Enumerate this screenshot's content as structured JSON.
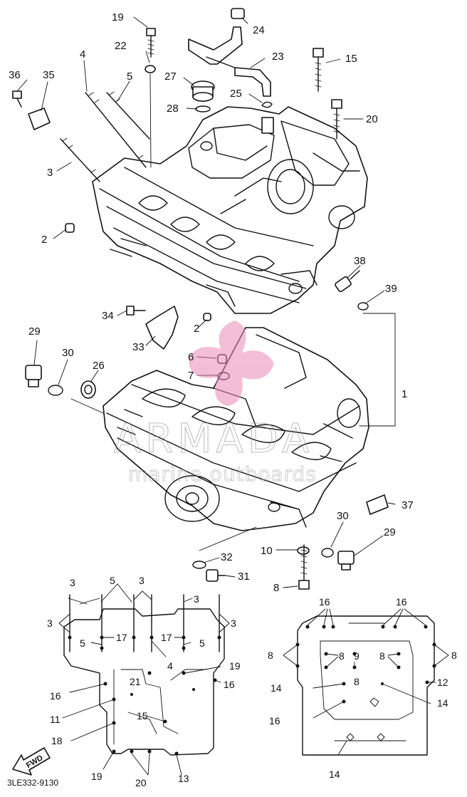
{
  "labels": {
    "l1": "1",
    "l2a": "2",
    "l2b": "2",
    "l3a": "3",
    "l4a": "4",
    "l5a": "5",
    "l6": "6",
    "l7": "7",
    "l8a": "8",
    "l10": "10",
    "l15": "15",
    "l19a": "19",
    "l20": "20",
    "l22": "22",
    "l23": "23",
    "l24": "24",
    "l25": "25",
    "l26": "26",
    "l27": "27",
    "l28": "28",
    "l29a": "29",
    "l29b": "29",
    "l30a": "30",
    "l30b": "30",
    "l31": "31",
    "l32": "32",
    "l33": "33",
    "l34": "34",
    "l35": "35",
    "l36": "36",
    "l37": "37",
    "l38": "38",
    "l39": "39"
  },
  "left_detail_labels": {
    "d3a": "3",
    "d3b": "3",
    "d3c": "3",
    "d3d": "3",
    "d3e": "3",
    "d5a": "5",
    "d5b": "5",
    "d5c": "5",
    "d17a": "17",
    "d17b": "17",
    "d4": "4",
    "d19a": "19",
    "d21": "21",
    "d16": "16",
    "d16b": "16",
    "d11": "11",
    "d18": "18",
    "d15": "15",
    "d19b": "19",
    "d20": "20",
    "d13": "13"
  },
  "right_detail_labels": {
    "r16a": "16",
    "r16b": "16",
    "r8a": "8",
    "r8b": "8",
    "r9": "9",
    "r8c": "8",
    "r8d": "8",
    "r14a": "14",
    "r8e": "8",
    "r12": "12",
    "r14b": "14",
    "r16c": "16",
    "r14c": "14"
  },
  "forward_marker": "FWD",
  "reference_code": "3LE332-9130",
  "watermark": {
    "brand": "ARMADA",
    "tagline": "marine outboards",
    "accent_color": "#e889b8"
  }
}
